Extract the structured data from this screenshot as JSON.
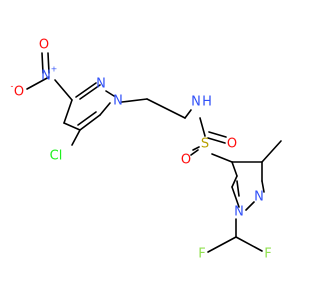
{
  "molecule": {
    "colors": {
      "carbon_bond": "#000000",
      "N": "#3050F8",
      "O": "#FF0D0D",
      "S": "#B8A000",
      "Cl": "#1FF01F",
      "F": "#90E050",
      "H": "#3050F8"
    },
    "atoms": {
      "cl": {
        "text": "Cl",
        "element": "Cl"
      },
      "n_nitro": {
        "text": "N",
        "element": "N",
        "charge": "+"
      },
      "o_nitro_single": {
        "text": "O",
        "element": "O",
        "charge": "-"
      },
      "o_nitro_double": {
        "text": "O",
        "element": "O"
      },
      "n_ring1_a": {
        "text": "N",
        "element": "N"
      },
      "n_ring1_b": {
        "text": "N",
        "element": "N"
      },
      "n_amide": {
        "text": "N",
        "element": "N"
      },
      "h_amide": {
        "text": "H",
        "element": "H"
      },
      "s_sulfonyl": {
        "text": "S",
        "element": "S"
      },
      "o_sulfonyl_1": {
        "text": "O",
        "element": "O"
      },
      "o_sulfonyl_2": {
        "text": "O",
        "element": "O"
      },
      "n_ring2_a": {
        "text": "N",
        "element": "N"
      },
      "n_ring2_b": {
        "text": "N",
        "element": "N"
      },
      "f_1": {
        "text": "F",
        "element": "F"
      },
      "f_2": {
        "text": "F",
        "element": "F"
      }
    }
  }
}
